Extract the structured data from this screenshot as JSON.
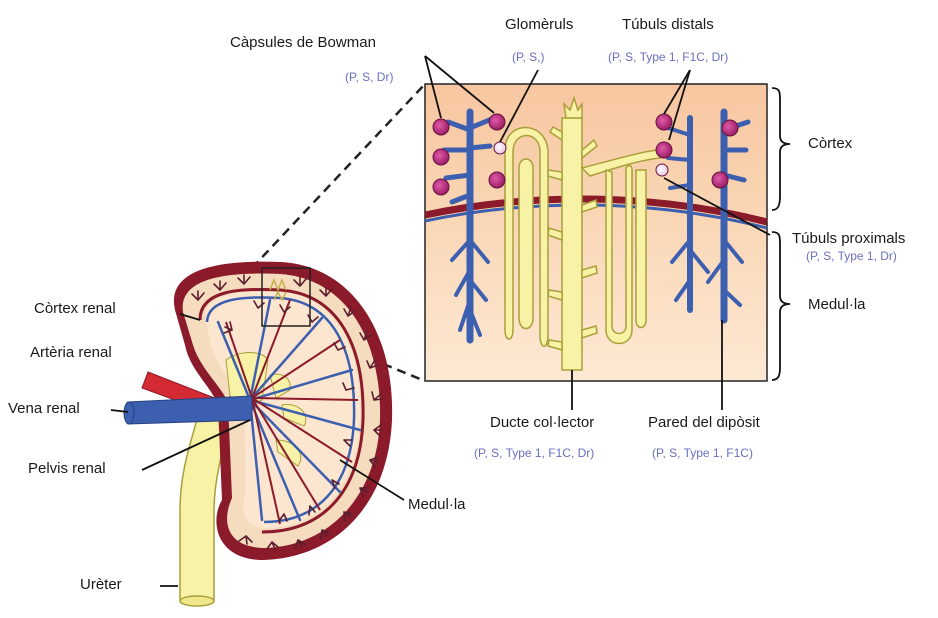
{
  "colors": {
    "cortex_fill": "#f6c8a2",
    "medulla_fill": "#fde6cf",
    "capsule_red": "#8b1a2a",
    "vein_blue": "#3d5fb0",
    "tubule_yellow": "#f7f2a6",
    "glomerulus_magenta": "#b5287a",
    "annotation_purple": "#6a6fc0",
    "artery_red": "#d42a33"
  },
  "labels": {
    "bowman": "Càpsules de Bowman",
    "bowman_sub": "(P, S, Dr)",
    "glomeruls": "Glomèruls",
    "glomeruls_sub": "(P, S,)",
    "tubuls_distals": "Túbuls distals",
    "tubuls_distals_sub": "(P, S, Type 1, F1C, Dr)",
    "cortex": "Còrtex",
    "tubuls_proximals": "Túbuls proximals",
    "tubuls_proximals_sub": "(P, S, Type 1, Dr)",
    "medulla_right": "Medul·la",
    "ducte": "Ducte col·lector",
    "ducte_sub": "(P, S, Type 1, F1C, Dr)",
    "pared": "Pared del dipòsit",
    "pared_sub": "(P, S, Type 1, F1C)",
    "cortex_renal": "Còrtex renal",
    "arteria_renal": "Artèria renal",
    "vena_renal": "Vena renal",
    "pelvis_renal": "Pelvis renal",
    "medulla_kidney": "Medul·la",
    "ureter": "Urèter"
  }
}
